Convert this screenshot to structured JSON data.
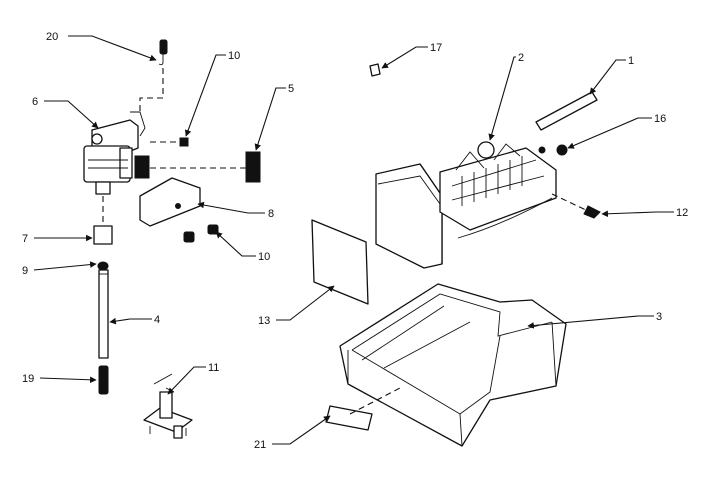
{
  "callouts": {
    "c1": "1",
    "c2": "2",
    "c3": "3",
    "c4": "4",
    "c6": "6",
    "c7": "7",
    "c8": "8",
    "c9": "9",
    "c10a": "10",
    "c10b": "10",
    "c11": "11",
    "c12": "12",
    "c13": "13",
    "c16": "16",
    "c17": "17",
    "c19": "19",
    "c20": "20",
    "c21": "21",
    "c5": "5"
  }
}
